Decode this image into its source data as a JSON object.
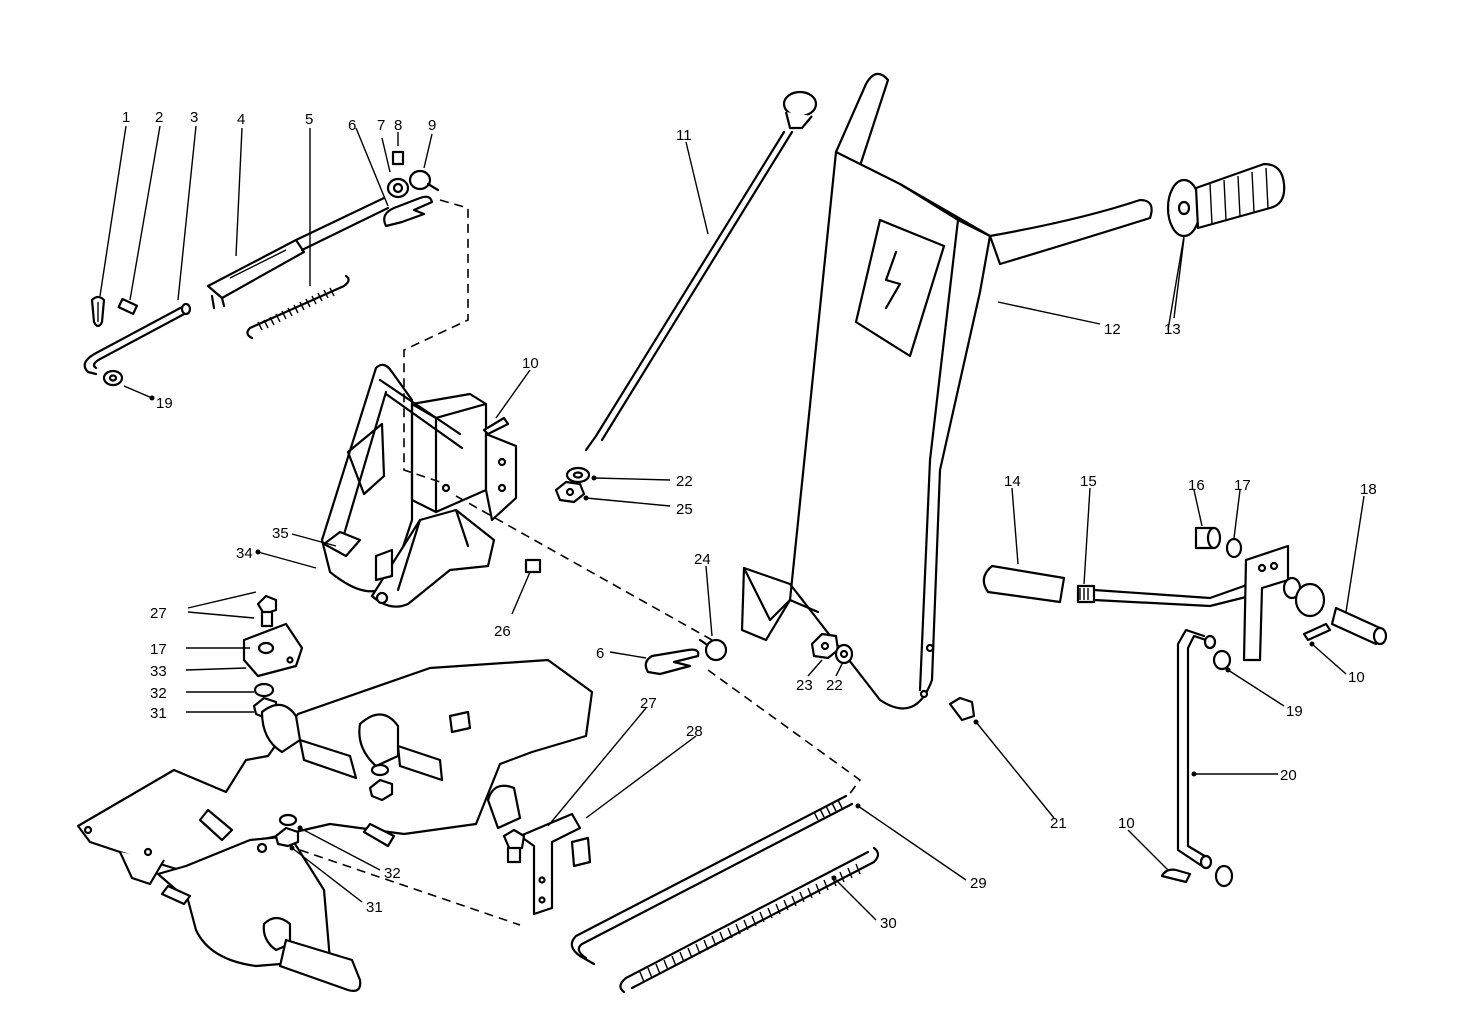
{
  "callouts": [
    "1",
    "2",
    "3",
    "4",
    "5",
    "6",
    "7",
    "8",
    "9",
    "10",
    "11",
    "12",
    "13",
    "14",
    "15",
    "16",
    "17",
    "18",
    "19",
    "20",
    "21",
    "22",
    "23",
    "24",
    "25",
    "26",
    "27",
    "28",
    "29",
    "30",
    "31",
    "32",
    "33",
    "34",
    "35"
  ],
  "labels": [
    "1",
    "2",
    "3",
    "4",
    "5",
    "6",
    "7",
    "8",
    "9",
    "19",
    "10",
    "11",
    "12",
    "13",
    "22",
    "25",
    "35",
    "34",
    "26",
    "24",
    "27",
    "17",
    "33",
    "32",
    "31",
    "6",
    "23",
    "22",
    "14",
    "15",
    "16",
    "17",
    "18",
    "10",
    "19",
    "20",
    "21",
    "27",
    "28",
    "29",
    "30",
    "32",
    "31",
    "10"
  ]
}
